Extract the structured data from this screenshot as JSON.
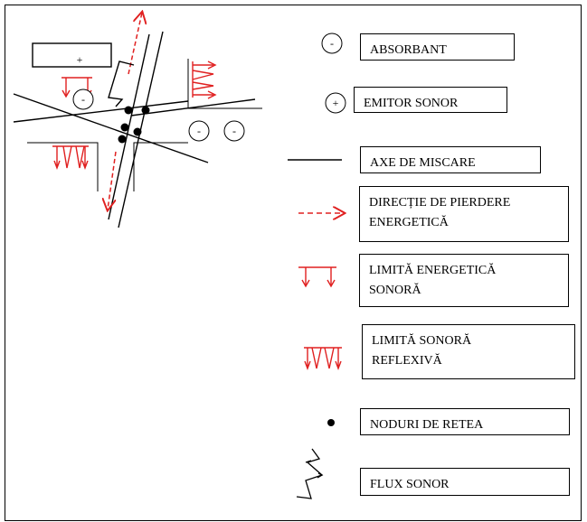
{
  "legend": {
    "absorbant": {
      "label": "ABSORBANT",
      "symbol": "-"
    },
    "emitor": {
      "label": "EMITOR SONOR",
      "symbol": "+"
    },
    "axe": {
      "label": "AXE DE MISCARE"
    },
    "directie": {
      "label_line1": "DIRECȚIE DE PIERDERE",
      "label_line2": "ENERGETICĂ"
    },
    "limita_energetica": {
      "label_line1": "LIMITĂ ENERGETICĂ",
      "label_line2": "SONORĂ"
    },
    "limita_reflexiva": {
      "label_line1": "LIMITĂ SONORĂ",
      "label_line2": "REFLEXIVĂ"
    },
    "noduri": {
      "label": "NODURI DE RETEA"
    },
    "flux": {
      "label": "FLUX SONOR"
    }
  },
  "diagram": {
    "emitter_symbol": "+",
    "absorber_symbol": "-"
  },
  "colors": {
    "accent_red": "#e02020",
    "line": "#000000"
  }
}
